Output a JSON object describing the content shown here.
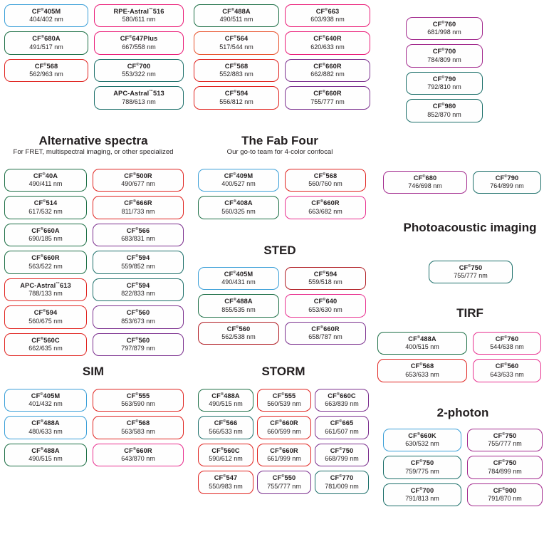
{
  "page": {
    "title": "CF Dye selection chart",
    "background": "#ffffff"
  },
  "colors": {
    "blue": "#3a9fd8",
    "green": "#1d6f46",
    "teal": "#1c6f6a",
    "red": "#e0231f",
    "orange": "#e8512a",
    "magenta": "#ea1a76",
    "pink": "#e8308f",
    "purple": "#8e33a0",
    "violet": "#7b2f8e",
    "plum": "#a32b8e",
    "darkred": "#b01b22",
    "text": "#231f20"
  },
  "sections": [
    {
      "id": "top-left",
      "title": "",
      "subtitle": "",
      "columns": 2,
      "chips": [
        {
          "name": "CF",
          "sup": "®",
          "code": "405M",
          "spectra": "404/402 nm",
          "color": "blue"
        },
        {
          "name": "RPE-Astral",
          "sup": "™",
          "code": "516",
          "spectra": "580/611 nm",
          "color": "magenta"
        },
        {
          "name": "CF",
          "sup": "®",
          "code": "680A",
          "spectra": "491/517 nm",
          "color": "green"
        },
        {
          "name": "CF",
          "sup": "®",
          "code": "647Plus",
          "spectra": "667/558 nm",
          "color": "magenta"
        },
        {
          "name": "CF",
          "sup": "®",
          "code": "568",
          "spectra": "562/963 nm",
          "color": "red"
        },
        {
          "name": "CF",
          "sup": "®",
          "code": "700",
          "spectra": "553/322 nm",
          "color": "teal"
        },
        {
          "name": "",
          "sup": "",
          "code": "",
          "spectra": "",
          "color": "none"
        },
        {
          "name": "APC-Astral",
          "sup": "™",
          "code": "513",
          "spectra": "788/613 nm",
          "color": "teal"
        }
      ]
    },
    {
      "id": "top-mid",
      "columns": 2,
      "chips": [
        {
          "name": "CF",
          "sup": "®",
          "code": "488A",
          "spectra": "490/511 nm",
          "color": "green"
        },
        {
          "name": "CF",
          "sup": "®",
          "code": "663",
          "spectra": "603/938 nm",
          "color": "magenta"
        },
        {
          "name": "CF",
          "sup": "®",
          "code": "564",
          "spectra": "517/544 nm",
          "color": "orange"
        },
        {
          "name": "CF",
          "sup": "®",
          "code": "640R",
          "spectra": "620/633 nm",
          "color": "magenta"
        },
        {
          "name": "CF",
          "sup": "®",
          "code": "568",
          "spectra": "552/883 nm",
          "color": "red"
        },
        {
          "name": "CF",
          "sup": "®",
          "code": "660R",
          "spectra": "662/882 nm",
          "color": "violet"
        },
        {
          "name": "CF",
          "sup": "®",
          "code": "594",
          "spectra": "556/812 nm",
          "color": "red"
        },
        {
          "name": "CF",
          "sup": "®",
          "code": "660R",
          "spectra": "755/777 nm",
          "color": "violet"
        }
      ]
    },
    {
      "id": "top-right",
      "columns": 1,
      "chips": [
        {
          "name": "CF",
          "sup": "®",
          "code": "760",
          "spectra": "681/998 nm",
          "color": "plum"
        },
        {
          "name": "CF",
          "sup": "®",
          "code": "700",
          "spectra": "784/809 nm",
          "color": "plum"
        },
        {
          "name": "CF",
          "sup": "®",
          "code": "790",
          "spectra": "792/810 nm",
          "color": "teal"
        },
        {
          "name": "CF",
          "sup": "®",
          "code": "980",
          "spectra": "852/870 nm",
          "color": "teal"
        }
      ]
    },
    {
      "id": "alternative-spectra",
      "title": "Alternative spectra",
      "subtitle": "For FRET, multispectral imaging, or other specialized",
      "columns": 2,
      "chips": [
        {
          "name": "CF",
          "sup": "®",
          "code": "40A",
          "spectra": "490/411 nm",
          "color": "green"
        },
        {
          "name": "CF",
          "sup": "®",
          "code": "500R",
          "spectra": "490/677 nm",
          "color": "red"
        },
        {
          "name": "CF",
          "sup": "®",
          "code": "514",
          "spectra": "617/532 nm",
          "color": "green"
        },
        {
          "name": "CF",
          "sup": "®",
          "code": "666R",
          "spectra": "811/733 nm",
          "color": "red"
        },
        {
          "name": "CF",
          "sup": "®",
          "code": "660A",
          "spectra": "690/185 nm",
          "color": "green"
        },
        {
          "name": "CF",
          "sup": "®",
          "code": "566",
          "spectra": "683/831 nm",
          "color": "violet"
        },
        {
          "name": "CF",
          "sup": "®",
          "code": "660R",
          "spectra": "563/522 nm",
          "color": "green"
        },
        {
          "name": "CF",
          "sup": "®",
          "code": "594",
          "spectra": "559/852 nm",
          "color": "teal"
        },
        {
          "name": "APC-Astral",
          "sup": "™",
          "code": "613",
          "spectra": "788/133 nm",
          "color": "red"
        },
        {
          "name": "CF",
          "sup": "®",
          "code": "594",
          "spectra": "822/833 nm",
          "color": "teal"
        },
        {
          "name": "CF",
          "sup": "®",
          "code": "594",
          "spectra": "560/675 nm",
          "color": "red"
        },
        {
          "name": "CF",
          "sup": "®",
          "code": "560",
          "spectra": "853/673 nm",
          "color": "violet"
        },
        {
          "name": "CF",
          "sup": "®",
          "code": "560C",
          "spectra": "662/635 nm",
          "color": "red"
        },
        {
          "name": "CF",
          "sup": "®",
          "code": "560",
          "spectra": "797/879 nm",
          "color": "violet"
        }
      ]
    },
    {
      "id": "fab-four",
      "title": "The Fab Four",
      "subtitle": "Our go-to team for 4-color confocal",
      "columns": 2,
      "chips": [
        {
          "name": "CF",
          "sup": "®",
          "code": "409M",
          "spectra": "400/527 nm",
          "color": "blue"
        },
        {
          "name": "CF",
          "sup": "®",
          "code": "568",
          "spectra": "560/760 nm",
          "color": "red"
        },
        {
          "name": "CF",
          "sup": "®",
          "code": "408A",
          "spectra": "560/325 nm",
          "color": "green"
        },
        {
          "name": "CF",
          "sup": "®",
          "code": "660R",
          "spectra": "663/682 nm",
          "color": "pink"
        }
      ]
    },
    {
      "id": "sted",
      "title": "STED",
      "subtitle": "",
      "columns": 2,
      "chips": [
        {
          "name": "CF",
          "sup": "®",
          "code": "405M",
          "spectra": "490/431 nm",
          "color": "blue"
        },
        {
          "name": "CF",
          "sup": "®",
          "code": "594",
          "spectra": "559/518 nm",
          "color": "darkred"
        },
        {
          "name": "CF",
          "sup": "®",
          "code": "488A",
          "spectra": "855/535 nm",
          "color": "green"
        },
        {
          "name": "CF",
          "sup": "®",
          "code": "640",
          "spectra": "653/630 nm",
          "color": "pink"
        },
        {
          "name": "CF",
          "sup": "®",
          "code": "560",
          "spectra": "562/538 nm",
          "color": "darkred"
        },
        {
          "name": "CF",
          "sup": "®",
          "code": "660R",
          "spectra": "658/787 nm",
          "color": "violet"
        }
      ]
    },
    {
      "id": "right-pair",
      "columns": 2,
      "chips": [
        {
          "name": "CF",
          "sup": "®",
          "code": "680",
          "spectra": "746/698 nm",
          "color": "plum"
        },
        {
          "name": "CF",
          "sup": "®",
          "code": "790",
          "spectra": "764/899 nm",
          "color": "teal"
        }
      ]
    },
    {
      "id": "photoacoustic",
      "title": "Photoacoustic imaging",
      "columns": 1,
      "chips": [
        {
          "name": "CF",
          "sup": "®",
          "code": "750",
          "spectra": "755/777 nm",
          "color": "teal"
        }
      ]
    },
    {
      "id": "tirf",
      "title": "TIRF",
      "columns": 2,
      "chips": [
        {
          "name": "CF",
          "sup": "®",
          "code": "488A",
          "spectra": "400/515 nm",
          "color": "green"
        },
        {
          "name": "CF",
          "sup": "®",
          "code": "760",
          "spectra": "544/638 nm",
          "color": "pink"
        },
        {
          "name": "CF",
          "sup": "®",
          "code": "568",
          "spectra": "653/633 nm",
          "color": "red"
        },
        {
          "name": "CF",
          "sup": "®",
          "code": "560",
          "spectra": "643/633 nm",
          "color": "pink"
        }
      ]
    },
    {
      "id": "sim",
      "title": "SIM",
      "columns": 2,
      "chips": [
        {
          "name": "CF",
          "sup": "®",
          "code": "405M",
          "spectra": "401/432 nm",
          "color": "blue"
        },
        {
          "name": "CF",
          "sup": "®",
          "code": "555",
          "spectra": "563/590 nm",
          "color": "red"
        },
        {
          "name": "CF",
          "sup": "®",
          "code": "488A",
          "spectra": "480/633 nm",
          "color": "blue"
        },
        {
          "name": "CF",
          "sup": "®",
          "code": "568",
          "spectra": "563/583 nm",
          "color": "red"
        },
        {
          "name": "CF",
          "sup": "®",
          "code": "488A",
          "spectra": "490/515 nm",
          "color": "green"
        },
        {
          "name": "CF",
          "sup": "®",
          "code": "660R",
          "spectra": "643/870 nm",
          "color": "pink"
        }
      ]
    },
    {
      "id": "storm",
      "title": "STORM",
      "columns": 3,
      "chips": [
        {
          "name": "CF",
          "sup": "®",
          "code": "488A",
          "spectra": "490/515 nm",
          "color": "green"
        },
        {
          "name": "CF",
          "sup": "®",
          "code": "555",
          "spectra": "560/539 nm",
          "color": "red"
        },
        {
          "name": "CF",
          "sup": "®",
          "code": "660C",
          "spectra": "663/839 nm",
          "color": "violet"
        },
        {
          "name": "CF",
          "sup": "®",
          "code": "566",
          "spectra": "566/533 nm",
          "color": "teal"
        },
        {
          "name": "CF",
          "sup": "®",
          "code": "660R",
          "spectra": "660/599 nm",
          "color": "red"
        },
        {
          "name": "CF",
          "sup": "®",
          "code": "665",
          "spectra": "661/507 nm",
          "color": "violet"
        },
        {
          "name": "CF",
          "sup": "®",
          "code": "560C",
          "spectra": "590/612 nm",
          "color": "red"
        },
        {
          "name": "CF",
          "sup": "®",
          "code": "660R",
          "spectra": "661/999 nm",
          "color": "red"
        },
        {
          "name": "CF",
          "sup": "®",
          "code": "750",
          "spectra": "668/799 nm",
          "color": "violet"
        },
        {
          "name": "CF",
          "sup": "®",
          "code": "547",
          "spectra": "550/983 nm",
          "color": "red"
        },
        {
          "name": "CF",
          "sup": "®",
          "code": "550",
          "spectra": "755/777 nm",
          "color": "violet"
        },
        {
          "name": "CF",
          "sup": "®",
          "code": "770",
          "spectra": "781/009 nm",
          "color": "teal"
        }
      ]
    },
    {
      "id": "two-photon",
      "title": "2-photon",
      "columns": 2,
      "chips": [
        {
          "name": "CF",
          "sup": "®",
          "code": "660K",
          "spectra": "630/532 nm",
          "color": "blue"
        },
        {
          "name": "CF",
          "sup": "®",
          "code": "750",
          "spectra": "755/777 nm",
          "color": "plum"
        },
        {
          "name": "CF",
          "sup": "®",
          "code": "750",
          "spectra": "759/775 nm",
          "color": "teal"
        },
        {
          "name": "CF",
          "sup": "®",
          "code": "750",
          "spectra": "784/899 nm",
          "color": "plum"
        },
        {
          "name": "CF",
          "sup": "®",
          "code": "700",
          "spectra": "791/813 nm",
          "color": "teal"
        },
        {
          "name": "CF",
          "sup": "®",
          "code": "900",
          "spectra": "791/870 nm",
          "color": "plum"
        }
      ]
    }
  ]
}
